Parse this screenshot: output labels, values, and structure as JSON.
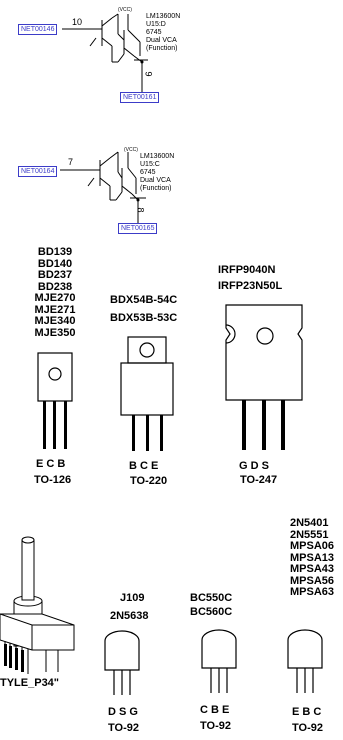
{
  "schematic": {
    "u15d": {
      "net_in": "NET00146",
      "pin_in": "10",
      "vcc": "(VCC)",
      "lines": [
        "LM13600N",
        "U15:D",
        "6745",
        "Dual VCA",
        "(Function)"
      ],
      "pin_out": "9",
      "net_out": "NET00161"
    },
    "u15c": {
      "net_in": "NET00164",
      "pin_in": "7",
      "vcc": "(VCC)",
      "lines": [
        "LM13600N",
        "U15:C",
        "6745",
        "Dual VCA",
        "(Function)"
      ],
      "pin_out": "8",
      "net_out": "NET00165"
    }
  },
  "packages": {
    "to126": {
      "parts": [
        "BD139",
        "BD140",
        "BD237",
        "BD238",
        "MJE270",
        "MJE271",
        "MJE340",
        "MJE350"
      ],
      "pins": "E C B",
      "name": "TO-126"
    },
    "to220": {
      "parts": [
        "BDX54B-54C",
        "BDX53B-53C"
      ],
      "pins": "B  C  E",
      "name": "TO-220"
    },
    "to247": {
      "parts": [
        "IRFP9040N",
        "IRFP23N50L"
      ],
      "pins": "G  D  S",
      "name": "TO-247"
    },
    "pot": {
      "name": "TYLE_P34\""
    },
    "to92_a": {
      "parts": [
        "J109",
        "2N5638"
      ],
      "pins": "D S G",
      "name": "TO-92"
    },
    "to92_b": {
      "parts": [
        "BC550C",
        "BC560C"
      ],
      "pins": "C B E",
      "name": "TO-92"
    },
    "to92_c": {
      "parts": [
        "2N5401",
        "2N5551",
        "MPSA06",
        "MPSA13",
        "MPSA43",
        "MPSA56",
        "MPSA63"
      ],
      "pins": "E B C",
      "name": "TO-92"
    }
  },
  "colors": {
    "net_label": "#3c3cc8",
    "line": "#000000"
  }
}
